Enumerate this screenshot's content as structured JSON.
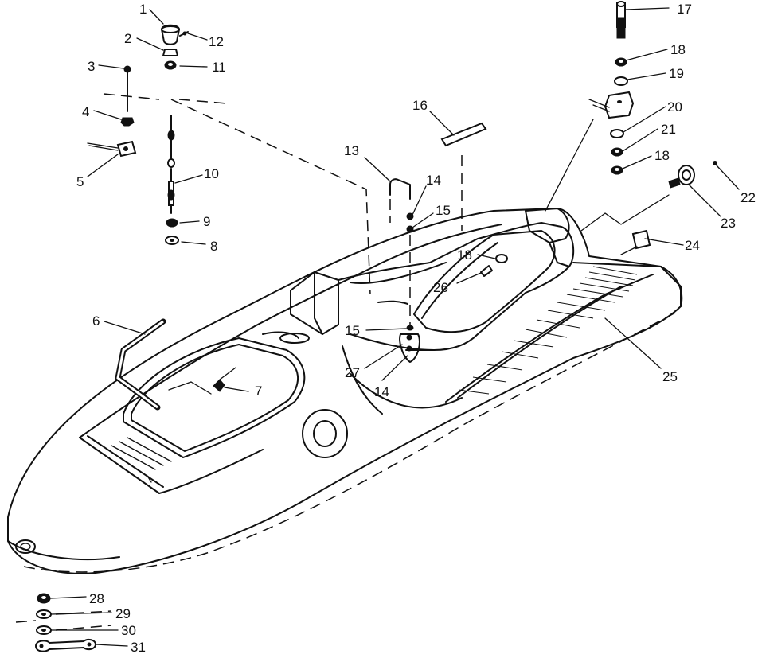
{
  "diagram": {
    "part_numbers": [
      {
        "id": "p1",
        "label": "1"
      },
      {
        "id": "p2",
        "label": "2"
      },
      {
        "id": "p3",
        "label": "3"
      },
      {
        "id": "p4",
        "label": "4"
      },
      {
        "id": "p5",
        "label": "5"
      },
      {
        "id": "p6",
        "label": "6"
      },
      {
        "id": "p7",
        "label": "7"
      },
      {
        "id": "p8",
        "label": "8"
      },
      {
        "id": "p9",
        "label": "9"
      },
      {
        "id": "p10",
        "label": "10"
      },
      {
        "id": "p11",
        "label": "11"
      },
      {
        "id": "p12",
        "label": "12"
      },
      {
        "id": "p13",
        "label": "13"
      },
      {
        "id": "p14a",
        "label": "14"
      },
      {
        "id": "p14b",
        "label": "14"
      },
      {
        "id": "p15a",
        "label": "15"
      },
      {
        "id": "p15b",
        "label": "15"
      },
      {
        "id": "p16",
        "label": "16"
      },
      {
        "id": "p17",
        "label": "17"
      },
      {
        "id": "p18a",
        "label": "18"
      },
      {
        "id": "p18b",
        "label": "18"
      },
      {
        "id": "p18c",
        "label": "18"
      },
      {
        "id": "p19",
        "label": "19"
      },
      {
        "id": "p20",
        "label": "20"
      },
      {
        "id": "p21",
        "label": "21"
      },
      {
        "id": "p22",
        "label": "22"
      },
      {
        "id": "p23",
        "label": "23"
      },
      {
        "id": "p24",
        "label": "24"
      },
      {
        "id": "p25",
        "label": "25"
      },
      {
        "id": "p26",
        "label": "26"
      },
      {
        "id": "p27",
        "label": "27"
      },
      {
        "id": "p28",
        "label": "28"
      },
      {
        "id": "p29",
        "label": "29"
      },
      {
        "id": "p30",
        "label": "30"
      },
      {
        "id": "p31",
        "label": "31"
      }
    ]
  }
}
